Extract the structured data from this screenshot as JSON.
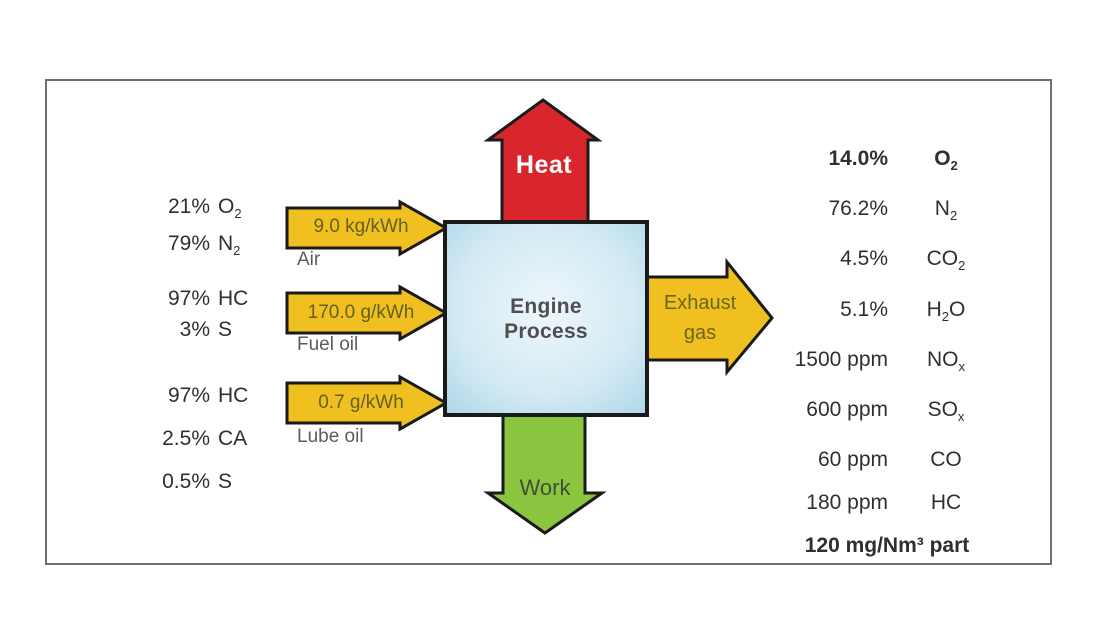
{
  "colors": {
    "input_arrow": "#f0c020",
    "heat_arrow": "#d8262c",
    "work_arrow": "#8bc53f",
    "exhaust_arrow": "#f0c020",
    "process_box": "#cfe9f4",
    "outline": "#1a1a1a"
  },
  "process": {
    "title_line1": "Engine",
    "title_line2": "Process"
  },
  "flows": {
    "heat_label": "Heat",
    "work_label": "Work",
    "exhaust_label_line1": "Exhaust",
    "exhaust_label_line2": "gas"
  },
  "inputs": {
    "air": {
      "label": "Air",
      "rate": "9.0 kg/kWh",
      "composition": [
        {
          "value": "21%",
          "species_pre": "O",
          "species_sub": "2",
          "species_post": ""
        },
        {
          "value": "79%",
          "species_pre": "N",
          "species_sub": "2",
          "species_post": ""
        }
      ]
    },
    "fuel_oil": {
      "label": "Fuel oil",
      "rate": "170.0 g/kWh",
      "composition": [
        {
          "value": "97%",
          "species_pre": "HC",
          "species_sub": "",
          "species_post": ""
        },
        {
          "value": "3%",
          "species_pre": "S",
          "species_sub": "",
          "species_post": ""
        }
      ]
    },
    "lube_oil": {
      "label": "Lube oil",
      "rate": "0.7 g/kWh",
      "composition": [
        {
          "value": "97%",
          "species_pre": "HC",
          "species_sub": "",
          "species_post": ""
        },
        {
          "value": "2.5%",
          "species_pre": "CA",
          "species_sub": "",
          "species_post": ""
        },
        {
          "value": "0.5%",
          "species_pre": "S",
          "species_sub": "",
          "species_post": ""
        }
      ]
    }
  },
  "exhaust_composition": [
    {
      "value": "14.0%",
      "species_pre": "O",
      "species_sub": "2",
      "species_post": ""
    },
    {
      "value": "76.2%",
      "species_pre": "N",
      "species_sub": "2",
      "species_post": ""
    },
    {
      "value": "4.5%",
      "species_pre": "CO",
      "species_sub": "2",
      "species_post": ""
    },
    {
      "value": "5.1%",
      "species_pre": "H",
      "species_sub": "2",
      "species_post": "O"
    },
    {
      "value": "1500 ppm",
      "species_pre": "NO",
      "species_sub": "x",
      "species_post": ""
    },
    {
      "value": "600 ppm",
      "species_pre": "SO",
      "species_sub": "x",
      "species_post": ""
    },
    {
      "value": "60 ppm",
      "species_pre": "CO",
      "species_sub": "",
      "species_post": ""
    },
    {
      "value": "180 ppm",
      "species_pre": "HC",
      "species_sub": "",
      "species_post": ""
    }
  ],
  "exhaust_particulates": "120 mg/Nm³ part"
}
